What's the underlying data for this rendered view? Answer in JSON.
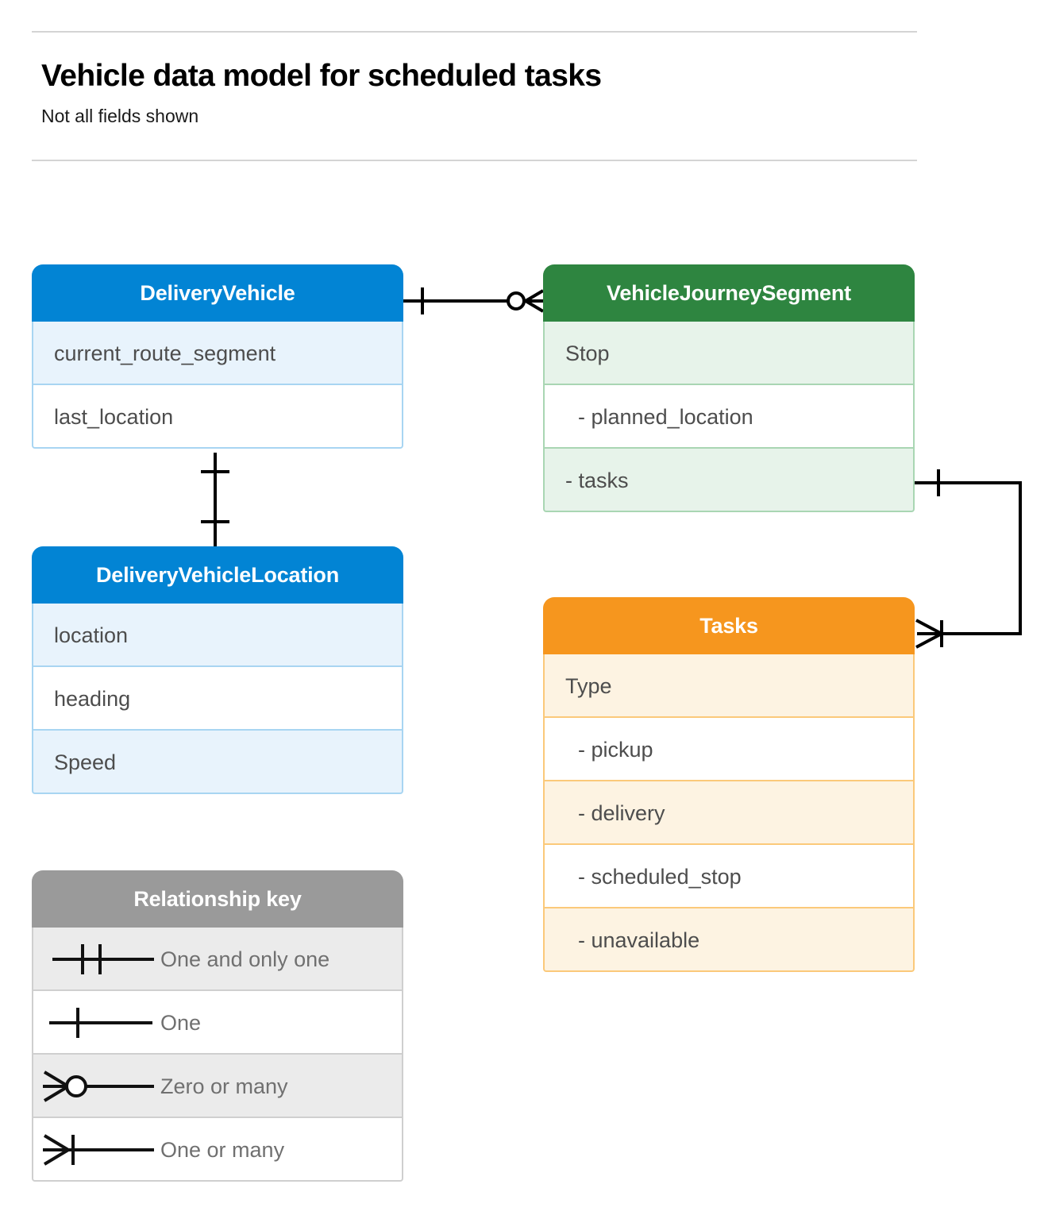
{
  "header": {
    "title": "Vehicle data model for scheduled tasks",
    "subtitle": "Not all fields shown"
  },
  "colors": {
    "blue": "#0284d4",
    "blue_row_alt": "#e8f3fc",
    "blue_border": "#a8d5f2",
    "green": "#2e8540",
    "green_row_alt": "#e7f3ea",
    "green_border": "#a9d6b3",
    "orange": "#f6961e",
    "orange_row_alt": "#fdf3e2",
    "orange_border": "#fbc97a",
    "gray": "#9a9a9a",
    "gray_row_alt": "#ebebeb",
    "gray_border": "#cfcfcf",
    "connector": "#000000",
    "rule": "#d4d4d4",
    "field_text": "#4d4d4d",
    "legend_text": "#707070"
  },
  "entities": {
    "delivery_vehicle": {
      "name": "DeliveryVehicle",
      "fields": [
        {
          "label": "current_route_segment"
        },
        {
          "label": "last_location"
        }
      ]
    },
    "vehicle_journey_segment": {
      "name": "VehicleJourneySegment",
      "fields": [
        {
          "label": "Stop"
        },
        {
          "label": "-  planned_location"
        },
        {
          "label": "- tasks"
        }
      ]
    },
    "delivery_vehicle_location": {
      "name": "DeliveryVehicleLocation",
      "fields": [
        {
          "label": "location"
        },
        {
          "label": "heading"
        },
        {
          "label": "Speed"
        }
      ]
    },
    "tasks": {
      "name": "Tasks",
      "fields": [
        {
          "label": "Type"
        },
        {
          "label": "-  pickup"
        },
        {
          "label": "-  delivery"
        },
        {
          "label": "-  scheduled_stop"
        },
        {
          "label": "-  unavailable"
        }
      ]
    }
  },
  "legend": {
    "title": "Relationship key",
    "items": [
      {
        "symbol": "one-and-only-one-icon",
        "label": "One and only one"
      },
      {
        "symbol": "one-icon",
        "label": "One"
      },
      {
        "symbol": "zero-or-many-icon",
        "label": "Zero or many"
      },
      {
        "symbol": "one-or-many-icon",
        "label": "One or many"
      }
    ]
  },
  "relationships": [
    {
      "name": "deliveryvehicle-to-vehiclejourneysegment",
      "from": "DeliveryVehicle",
      "to": "VehicleJourneySegment",
      "from_cardinality": "One",
      "to_cardinality": "Zero or many"
    },
    {
      "name": "deliveryvehicle-to-deliveryvehiclelocation",
      "from": "DeliveryVehicle",
      "to": "DeliveryVehicleLocation",
      "from_cardinality": "One",
      "to_cardinality": "One"
    },
    {
      "name": "vehiclejourneysegment-tasks-to-tasks",
      "from": "VehicleJourneySegment",
      "to": "Tasks",
      "from_cardinality": "One",
      "to_cardinality": "One or many"
    }
  ]
}
